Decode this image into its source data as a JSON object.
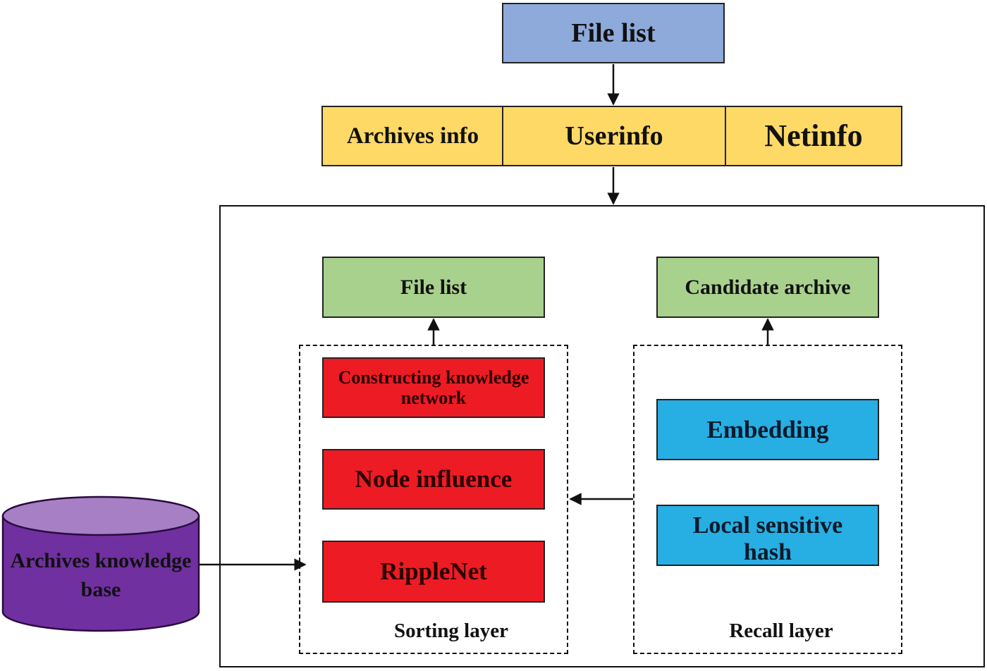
{
  "top": {
    "file_list": "File list"
  },
  "info_row": {
    "archives_info": "Archives info",
    "userinfo": "Userinfo",
    "netinfo": "Netinfo"
  },
  "sorting": {
    "output": "File list",
    "constructing": "Constructing knowledge network",
    "node_influence": "Node influence",
    "ripplenet": "RippleNet",
    "caption": "Sorting layer"
  },
  "recall": {
    "output": "Candidate archive",
    "embedding": "Embedding",
    "lsh": "Local sensitive hash",
    "caption": "Recall layer"
  },
  "knowledge_base": {
    "label": "Archives knowledge base"
  },
  "colors": {
    "blue_box": "#8eaadb",
    "yellow_box": "#ffd966",
    "green_box": "#a9d18e",
    "red_box": "#ed1c24",
    "cyan_box": "#27aee3",
    "cylinder_body": "#7030a0",
    "cylinder_top": "#a77fc4"
  }
}
